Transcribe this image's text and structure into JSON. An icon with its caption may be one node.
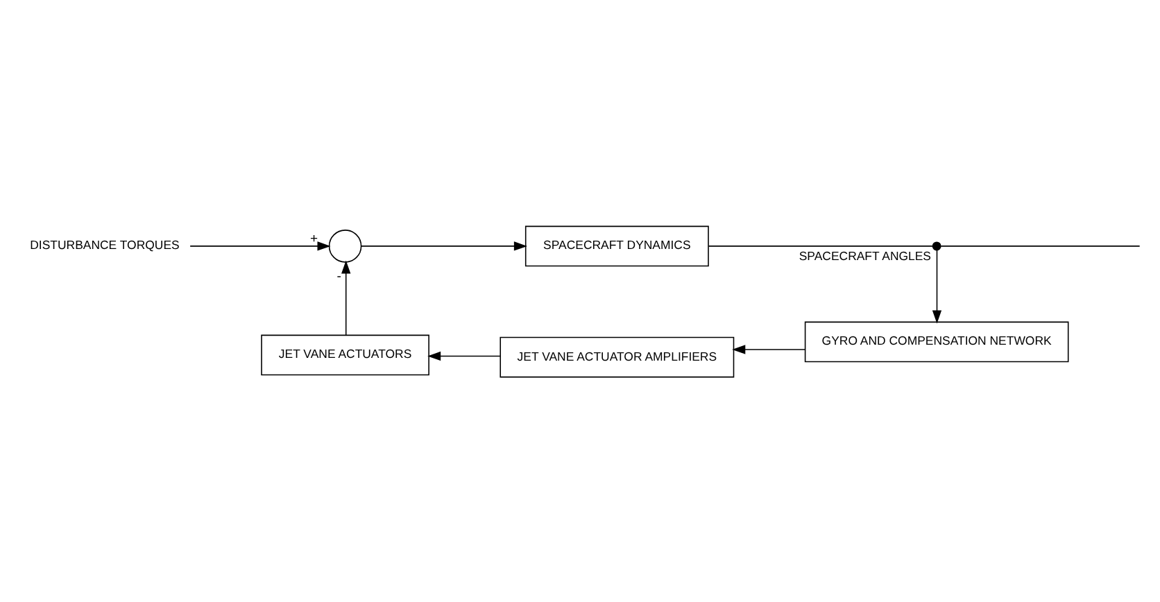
{
  "diagram": {
    "nodes": [
      {
        "text": [
          "DISTURBANCE TORQUES"
        ]
      },
      {
        "text": [],
        "shape": "circle"
      },
      {
        "text": [
          "SPACECRAFT DYNAMICS"
        ]
      },
      {
        "text": [],
        "shape": "circle",
        "beside": [
          "SPACECRAFT ANGLES"
        ]
      },
      {
        "text": [
          "GYRO AND COMPENSATION NETWORK"
        ]
      },
      {
        "text": [
          "JET VANE ACTUATOR AMPLIFIERS"
        ]
      },
      {
        "text": [
          "JET VANE ACTUATORS"
        ]
      }
    ],
    "edges": [
      {
        "from": 0,
        "to": 1,
        "arrow": "to",
        "label": "+"
      },
      {
        "from": 1,
        "to": 2,
        "arrow": "to"
      },
      {
        "from": 2,
        "to": 3,
        "arrow": "none"
      },
      {
        "from": 3,
        "to": null,
        "arrow": "none"
      },
      {
        "from": 3,
        "to": 4,
        "arrow": "to"
      },
      {
        "from": 4,
        "to": 5,
        "arrow": "to"
      },
      {
        "from": 5,
        "to": 6,
        "arrow": "to"
      },
      {
        "from": 6,
        "to": 1,
        "arrow": "to",
        "label": "-"
      }
    ]
  }
}
